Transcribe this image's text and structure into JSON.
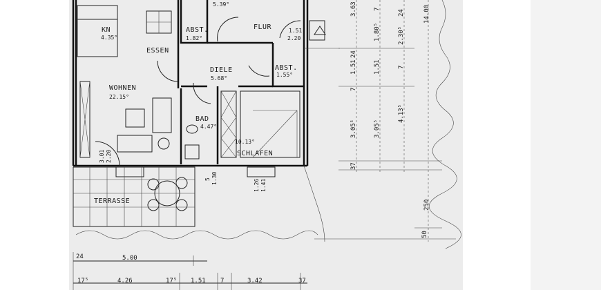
{
  "rooms": {
    "kitchen": {
      "name": "KN",
      "area": "4.35°"
    },
    "dining": {
      "name": "ESSEN"
    },
    "living": {
      "name": "WOHNEN",
      "area": "22.15°"
    },
    "storage1": {
      "name": "ABST.",
      "area": "1.82°"
    },
    "hall": {
      "name": "FLUR",
      "top_area": "5.39°"
    },
    "hall_door": {
      "width": "1.51",
      "height": "2.20"
    },
    "lobby": {
      "name": "DIELE",
      "area": "5.68°"
    },
    "storage2": {
      "name": "ABST.",
      "area": "1.55°"
    },
    "bath": {
      "name": "BAD",
      "area": "4.47°"
    },
    "bedroom": {
      "name": "SCHLAFEN",
      "area": "10.13°"
    },
    "terrace": {
      "name": "TERRASSE"
    }
  },
  "window_labels": {
    "living_door": [
      "3.01",
      "2.20"
    ],
    "window1": [
      "5",
      "1.30"
    ],
    "window2": [
      "1.26",
      "1.41"
    ]
  },
  "dimensions": {
    "bottom_row1": [
      "24",
      "5.00"
    ],
    "bottom_row2": [
      "17⁵",
      "4.26",
      "17⁵",
      "1.51",
      "7",
      "3.42",
      "37"
    ],
    "right_col1": [
      "3.63",
      "24",
      "1.51",
      "7",
      "3.05⁵",
      "37"
    ],
    "right_col2": [
      "7",
      "1.80⁵",
      "1.51",
      "3.05⁵"
    ],
    "right_col3": [
      "24",
      "2.30⁵",
      "7",
      "4.13⁵"
    ],
    "right_col4": [
      "14.00",
      "250",
      "50"
    ]
  }
}
